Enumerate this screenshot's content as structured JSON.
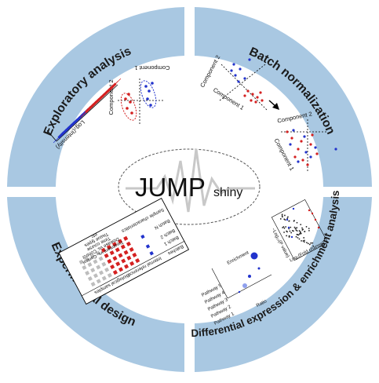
{
  "center": {
    "title": "JUMP",
    "subtitle": "shiny"
  },
  "colors": {
    "ring": "#a9c8e2",
    "red": "#d42020",
    "blue": "#2233cc",
    "gray": "#bdbdbd"
  },
  "quadrants": {
    "exploratory": {
      "label": "Exploratory analysis",
      "axis_x": "Component 1",
      "axis_y": "Component 2",
      "intensity_label": "Log₂(Intensity)"
    },
    "batch": {
      "label": "Batch normalization",
      "before_x": "Component 1",
      "before_y": "Component 2",
      "after_x": "Component 1",
      "after_y": "Component 2"
    },
    "differential": {
      "label": "Differential expression & enrichment analysis",
      "volcano_x": "Log₂(Fold change)",
      "volcano_y": "−Log₁₀(P value)",
      "enrich_y": "Enrichment",
      "enrich_x": "Ratio",
      "pathways": [
        "Pathway 5",
        "Pathway 4",
        "Pathway 3",
        "Pathway 2",
        "Pathway 1"
      ]
    },
    "experimental": {
      "label": "Experimental design",
      "col_batches": "Batches",
      "col_internal": "Internal reference",
      "col_biological": "Biological samples",
      "rows": [
        "Batch 1",
        "Batch 2",
        "Batch N"
      ],
      "sample_char": "Sample characteristics",
      "note_lines": [
        "Treatment vs. Control",
        "Disease vs. Control",
        "Time course",
        "Tissue types",
        "etc"
      ]
    }
  }
}
